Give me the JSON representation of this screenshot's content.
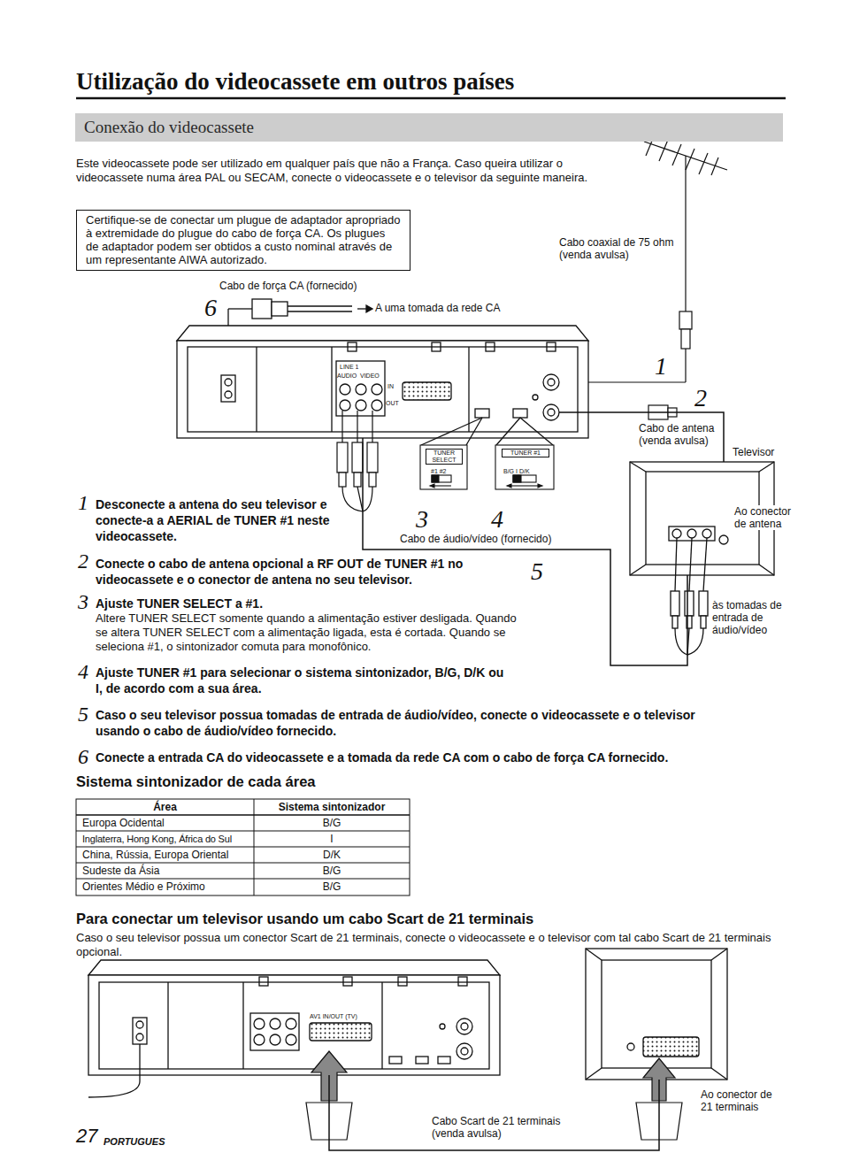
{
  "diagram": {
    "title": "Utilização do videocassete em outros países",
    "nodes": [
      {
        "text": [
          "Conexão do videocassete"
        ]
      },
      {
        "text": [
          "Certifique-se de conectar um plugue de adaptador apropriado à extremidade do plugue do cabo de força CA. Os plugues de adaptador podem ser obtidos a custo nominal através de um representante AIWA autorizado."
        ]
      },
      {
        "text": [
          "LINE 1",
          "AUDIO",
          "VIDEO",
          "IN",
          "OUT"
        ]
      },
      {
        "text": [
          "TUNER SELECT",
          "#1 #2"
        ]
      },
      {
        "text": [
          "TUNER #1",
          "B/G I D/K"
        ]
      },
      {
        "text": [
          "Televisor"
        ]
      },
      {
        "text": [
          "AV1 IN/OUT (TV)"
        ]
      },
      {
        "text": [
          "Ao conector de 21 terminais"
        ]
      }
    ],
    "edges": [
      {
        "from": 2,
        "to": 5,
        "arrow": "none"
      },
      {
        "from": 2,
        "to": 5,
        "arrow": "none"
      },
      {
        "from": 6,
        "to": 7,
        "label": "Cabo Scart de 21 terminais (venda avulsa)",
        "arrow": "none"
      }
    ],
    "labels": [
      "Este videocassete pode ser utilizado em qualquer país que não a França. Caso queira utilizar o videocassete numa área PAL ou SECAM, conecte o videocassete e o televisor da seguinte maneira.",
      "6",
      "Cabo coaxial de 75 ohm (venda avulsa)",
      "Cabo de força CA (fornecido)",
      "A uma tomada da rede CA",
      "1",
      "2",
      "Cabo de antena (venda avulsa)",
      "Ao conector de antena",
      "3",
      "4",
      "Cabo de áudio/vídeo (fornecido)",
      "5",
      "às tomadas de entrada de áudio/vídeo",
      "1",
      "Desconecte a antena do seu televisor e conecte-a a AERIAL de TUNER #1 neste videocassete.",
      "2",
      "Conecte o cabo de antena opcional a RF OUT de TUNER #1 no videocassete e o conector de antena no seu televisor.",
      "3",
      "Ajuste TUNER SELECT a #1.",
      "Altere TUNER SELECT somente quando a alimentação estiver desligada. Quando se altera TUNER SELECT com a alimentação ligada, esta é cortada. Quando se seleciona #1, o sintonizador comuta para monofônico.",
      "4",
      "Ajuste TUNER #1 para selecionar o sistema sintonizador, B/G, D/K ou I, de acordo com a sua área.",
      "5",
      "Caso o seu televisor possua tomadas de entrada de áudio/vídeo, conecte o videocassete e o televisor usando o cabo de áudio/vídeo fornecido.",
      "6",
      "Conecte a entrada CA do videocassete e a tomada da rede CA com o cabo de força CA fornecido.",
      "Sistema sintonizador de cada área",
      "Área",
      "Sistema sintonizador",
      "Europa Ocidental",
      "B/G",
      "Inglaterra, Hong Kong, África do Sul",
      "I",
      "China, Rússia, Europa Oriental",
      "D/K",
      "Sudeste da Ásia",
      "B/G",
      "Orientes Médio e Próximo",
      "B/G",
      "Para conectar um televisor usando um cabo Scart de 21 terminais",
      "Caso o seu televisor possua um conector Scart de 21 terminais, conecte o videocassete e o televisor com tal cabo Scart de 21 terminais opcional.",
      "27",
      "PORTUGUES"
    ]
  }
}
